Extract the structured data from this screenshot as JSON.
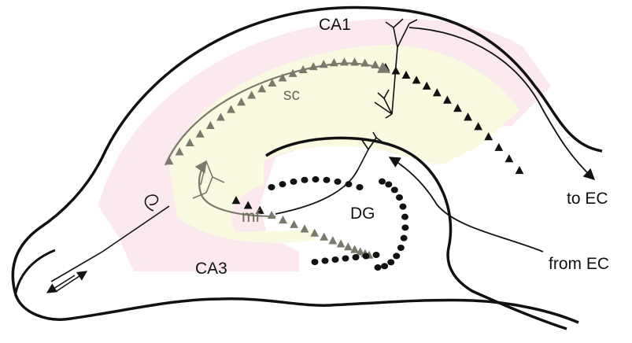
{
  "diagram": {
    "labels": {
      "ca1": "CA1",
      "ca3": "CA3",
      "sc": "sc",
      "mf": "mf",
      "dg": "DG",
      "to_ec": "to EC",
      "from_ec": "from EC"
    },
    "colors": {
      "outline": "#111111",
      "pink_region": "#fbe9ee",
      "yellow_region": "#fafae0",
      "gray_cells": "#7a7a6c",
      "black_cells": "#111111",
      "background": "#ffffff"
    }
  }
}
